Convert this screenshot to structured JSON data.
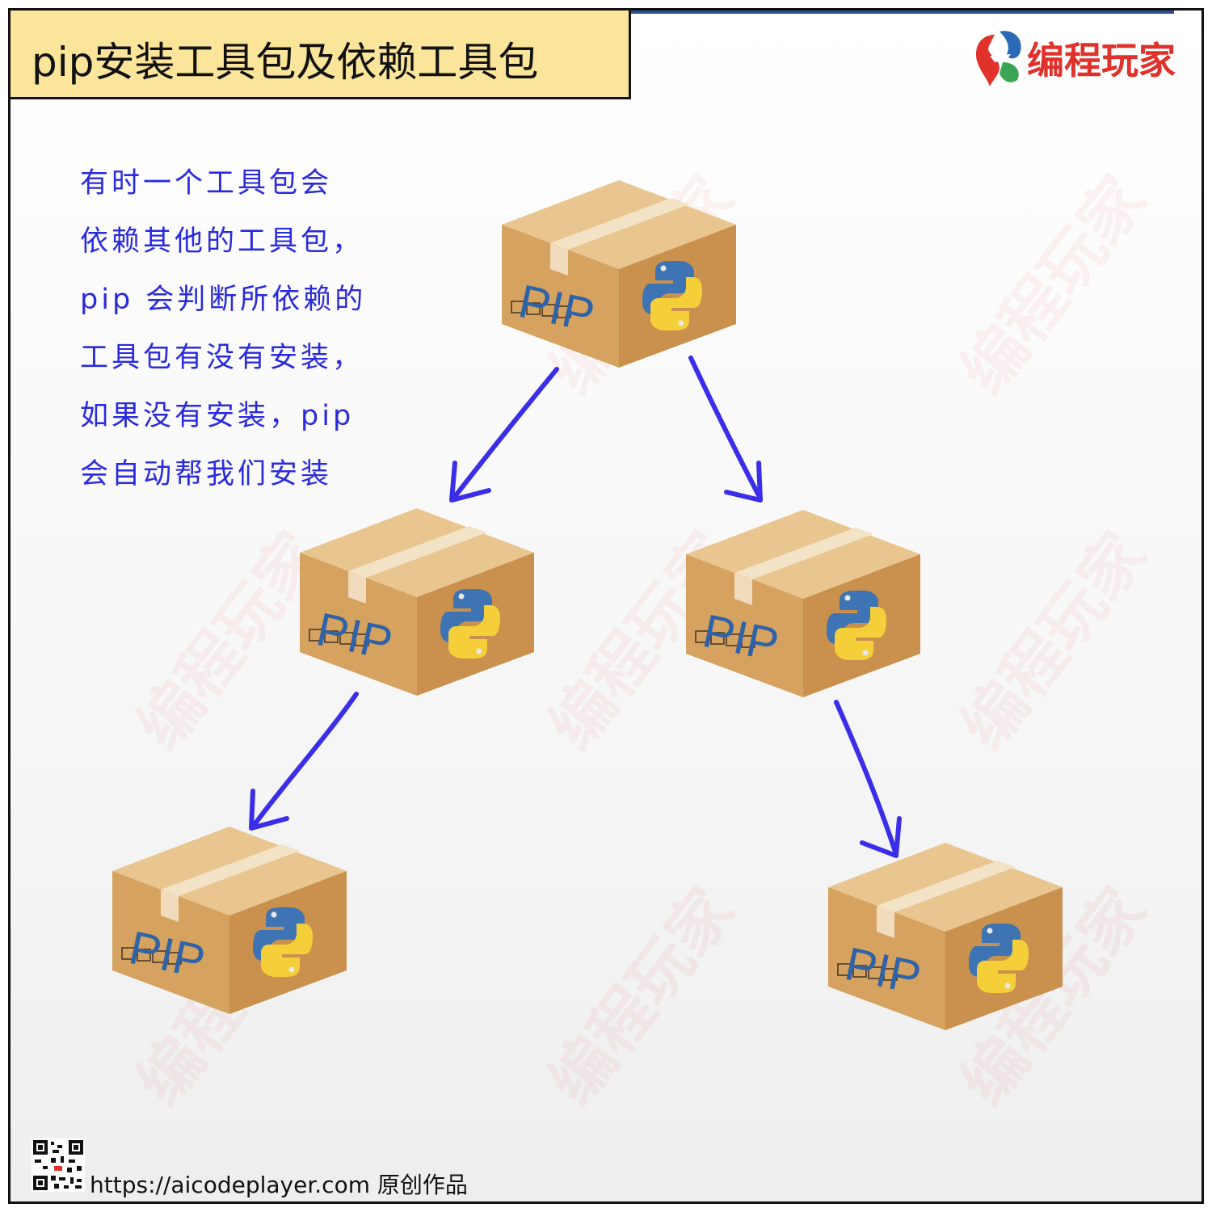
{
  "title": "pip安装工具包及依赖工具包",
  "brand": {
    "name": "编程玩家",
    "watermark": "编程玩家"
  },
  "description": {
    "lines": [
      "有时一个工具包会",
      "依赖其他的工具包，",
      "pip 会判断所依赖的",
      "工具包有没有安装，",
      "如果没有安装，pip",
      "会自动帮我们安装"
    ]
  },
  "diagram": {
    "box_label": "PIP",
    "arrow_color": "#3a2ee8",
    "box_color": "#d9a662"
  },
  "footer": {
    "url": "https://aicodeplayer.com 原创作品"
  }
}
